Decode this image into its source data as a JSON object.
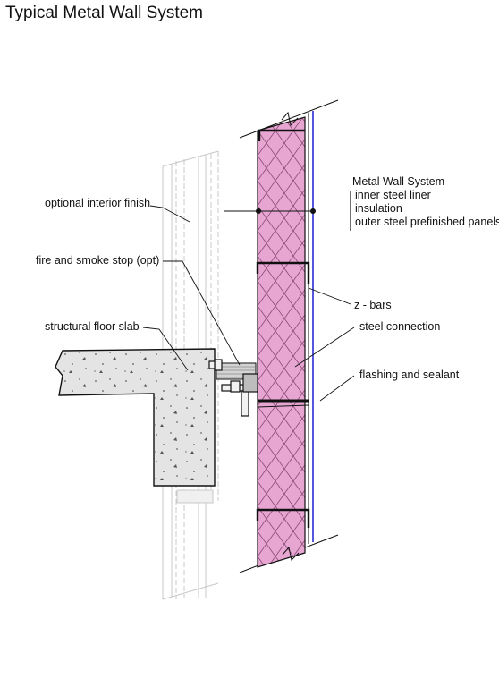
{
  "title": "Typical Metal Wall System",
  "labels": {
    "optional_interior_finish": "optional interior finish",
    "fire_smoke_stop": "fire and smoke stop (opt)",
    "structural_floor_slab": "structural floor slab",
    "z_bars": "z - bars",
    "steel_connection": "steel connection",
    "flashing_sealant": "flashing and sealant"
  },
  "legend": {
    "heading": "Metal Wall System",
    "items": [
      "inner steel liner",
      "insulation",
      "outer steel prefinished panels"
    ]
  },
  "colors": {
    "insulation": "#e7a6d2",
    "insulation_pattern": "#8a4a78",
    "outer_panel": "#2b2bd6",
    "concrete": "#e4e4e4",
    "interior_finish": "#e6e6e6"
  }
}
